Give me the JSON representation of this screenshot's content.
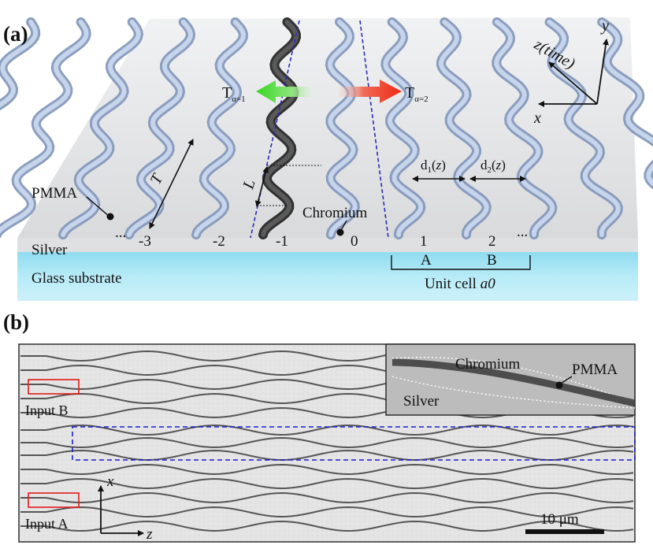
{
  "panel_a": {
    "label": "(a)",
    "t_left_main": "T",
    "t_left_sub": "α=1",
    "t_right_main": "T",
    "t_right_sub": "α=2",
    "axis_y": "y",
    "axis_z": "z(time)",
    "axis_x": "x",
    "period_label": "T",
    "length_label": "L",
    "d1_label": "d1(z)",
    "d2_label": "d2(z)",
    "pmma": "PMMA",
    "chromium": "Chromium",
    "silver": "Silver",
    "glass": "Glass substrate",
    "unit_cell": "Unit cell",
    "unit_cell_symbol": "a0",
    "cell_a": "A",
    "cell_b": "B",
    "indices": [
      "-3",
      "-2",
      "-1",
      "0",
      "1",
      "2"
    ],
    "dots": "...",
    "colors": {
      "left_arrow": "#3bd62a",
      "right_arrow": "#f02a16",
      "guide_dash": "#2a2ab8",
      "waveguide": "#a9bedc"
    }
  },
  "panel_b": {
    "label": "(b)",
    "input_b": "Input B",
    "input_a": "Input A",
    "inset_chromium": "Chromium",
    "inset_pmma": "PMMA",
    "inset_silver": "Silver",
    "axis_x": "x",
    "axis_z": "z",
    "scale_bar": "10 μm",
    "colors": {
      "input_box": "#e21b1b",
      "dashed_box": "#1c1ccc"
    }
  }
}
